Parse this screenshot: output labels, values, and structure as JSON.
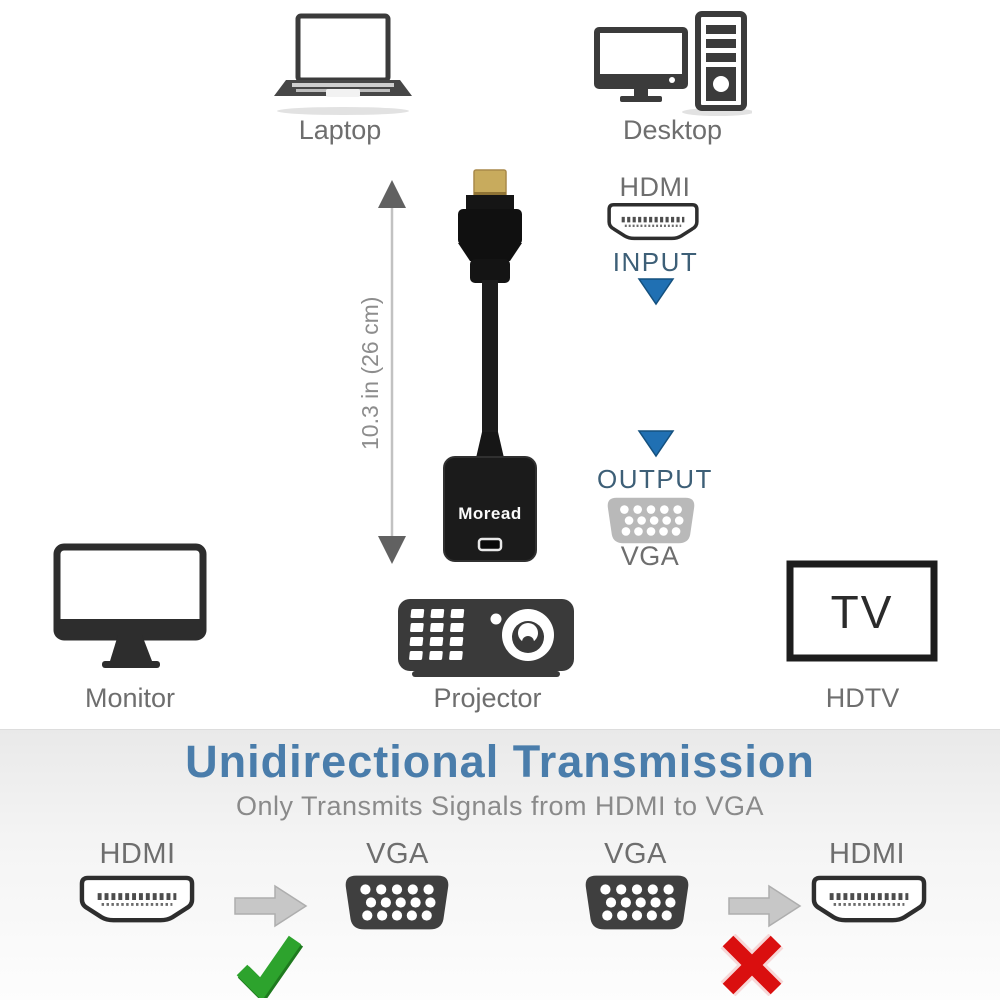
{
  "top_devices": {
    "laptop": {
      "label": "Laptop"
    },
    "desktop": {
      "label": "Desktop"
    }
  },
  "adapter": {
    "brand": "Moread",
    "cable_length": "10.3 in (26 cm)",
    "input_port": "HDMI",
    "input_direction": "INPUT",
    "output_direction": "OUTPUT",
    "output_port": "VGA"
  },
  "bottom_devices": {
    "monitor": {
      "label": "Monitor"
    },
    "projector": {
      "label": "Projector"
    },
    "hdtv": {
      "label": "HDTV",
      "screen_text": "TV"
    }
  },
  "transmission": {
    "title": "Unidirectional Transmission",
    "subtitle": "Only Transmits Signals from HDMI to VGA",
    "allowed": {
      "from": "HDMI",
      "to": "VGA"
    },
    "blocked": {
      "from": "VGA",
      "to": "HDMI"
    }
  },
  "colors": {
    "title_blue": "#4a7dab",
    "subtitle_gray": "#8a8a8a",
    "direction_text": "#3d5f77",
    "arrow_blue": "#2070b3",
    "check_green": "#2da32d",
    "cross_red": "#da0f0f",
    "label_gray": "#6e6e6e",
    "icon_dark": "#333333",
    "vga_light": "#b9b9b9",
    "vga_dark": "#3f3f3f",
    "gray_arrow": "#c7c7c7"
  }
}
